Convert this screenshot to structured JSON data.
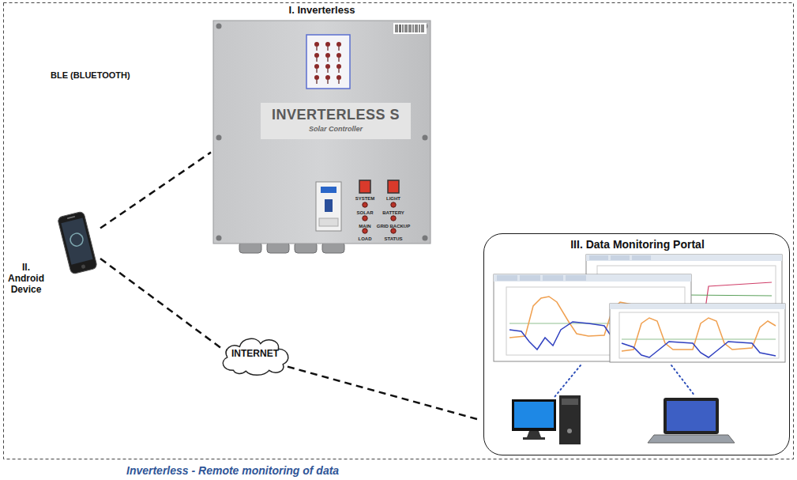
{
  "diagram": {
    "caption": "Inverterless - Remote monitoring of data",
    "nodes": [
      {
        "text": [
          "I. Inverterless",
          "INVERTERLESS S",
          "Solar Controller"
        ]
      },
      {
        "text": [
          "II. Android Device"
        ]
      },
      {
        "text": [
          "INTERNET"
        ]
      },
      {
        "text": [
          "III. Data Monitoring Portal"
        ]
      }
    ],
    "edges": [
      {
        "from": 1,
        "to": 0,
        "arrow": "none",
        "label": "BLE (BLUETOOTH)"
      },
      {
        "from": 1,
        "to": 2,
        "arrow": "none"
      },
      {
        "from": 2,
        "to": 3,
        "arrow": "none"
      }
    ],
    "labels": [
      "SYSTEM",
      "LIGHT",
      "SOLAR",
      "BATTERY",
      "MAIN",
      "GRID BACKUP",
      "LOAD",
      "STATUS"
    ]
  }
}
